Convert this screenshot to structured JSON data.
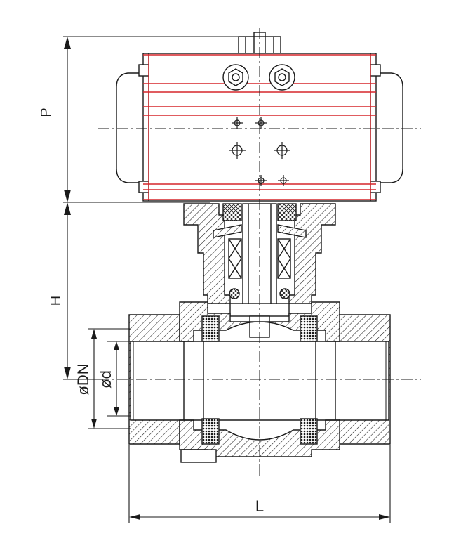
{
  "dimensions": {
    "p": "P",
    "h": "H",
    "dn": "øDN",
    "d": "ød",
    "l": "L"
  },
  "colors": {
    "line": "#1a1a1a",
    "accent": "#d6272b",
    "background": "#ffffff"
  }
}
